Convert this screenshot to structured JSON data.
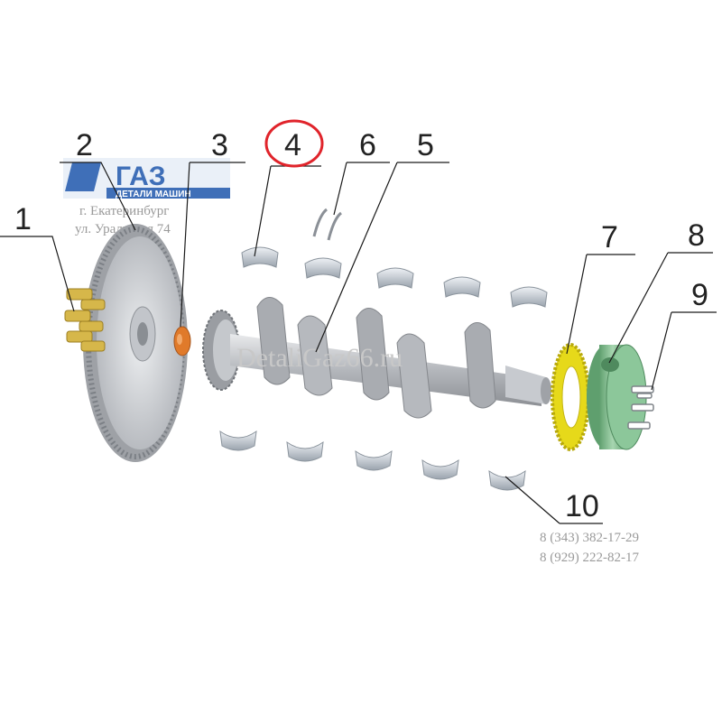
{
  "colors": {
    "label_line": "#1a1a1a",
    "highlight_circle": "#e0242b",
    "bearing": "#c9d0d8",
    "crank": "#b9bcc1",
    "flywheel": "#d6d8dc",
    "bolts": "#d6b74a",
    "bushing": "#e07a2a",
    "gear_ring": "#e6d91a",
    "pulley": "#7fba8c",
    "logo_blue": "#3f6fb8"
  },
  "callouts": [
    {
      "id": "1",
      "text": "1"
    },
    {
      "id": "2",
      "text": "2"
    },
    {
      "id": "3",
      "text": "3"
    },
    {
      "id": "4",
      "text": "4",
      "highlighted": true
    },
    {
      "id": "5",
      "text": "5"
    },
    {
      "id": "6",
      "text": "6"
    },
    {
      "id": "7",
      "text": "7"
    },
    {
      "id": "8",
      "text": "8"
    },
    {
      "id": "9",
      "text": "9"
    },
    {
      "id": "10",
      "text": "10"
    }
  ],
  "watermark": {
    "logo_text": "ГАЗ",
    "logo_sub": "ДЕТАЛИ МАШИН",
    "city": "г. Екатеринбург",
    "street": "ул. Уральская 74",
    "site": "DetaliGaz66.ru",
    "phone1": "8 (343) 382-17-29",
    "phone2": "8 (929) 222-82-17"
  }
}
